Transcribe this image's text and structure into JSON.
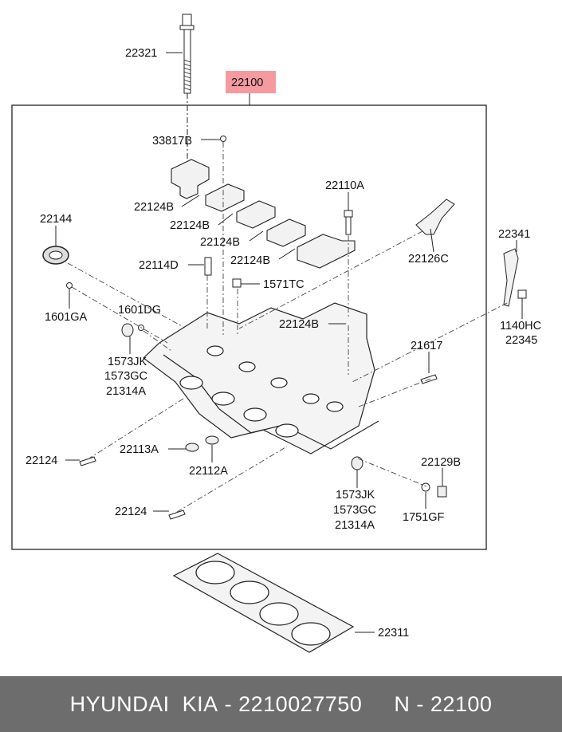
{
  "diagram": {
    "part_labels": {
      "p22321": "22321",
      "p22100": "22100",
      "p33817b": "33817B",
      "p22110a": "22110A",
      "p22144": "22144",
      "p22124b_1": "22124B",
      "p22124b_2": "22124B",
      "p22124b_3": "22124B",
      "p22124b_4": "22124B",
      "p22124b_5": "22124B",
      "p22126c": "22126C",
      "p22341": "22341",
      "p22114d": "22114D",
      "p1571tc": "1571TC",
      "p1601ga": "1601GA",
      "p1601dg": "1601DG",
      "p1140hc": "1140HC",
      "p22345": "22345",
      "p1573jk_l": "1573JK",
      "p1573gc_l": "1573GC",
      "p21314a_l": "21314A",
      "p21617": "21617",
      "p22124_1": "22124",
      "p22113a": "22113A",
      "p22112a": "22112A",
      "p22129b": "22129B",
      "p1573jk_r": "1573JK",
      "p1573gc_r": "1573GC",
      "p21314a_r": "21314A",
      "p1751gf": "1751GF",
      "p22124_2": "22124",
      "p22311": "22311"
    },
    "highlight_color": "#f59a9f"
  },
  "footer": {
    "brand": "HYUNDAI  KIA",
    "separator1": " - ",
    "part_number": "2210027750",
    "gap": "     ",
    "code_prefix": "N",
    "separator2": " - ",
    "code": "22100"
  }
}
